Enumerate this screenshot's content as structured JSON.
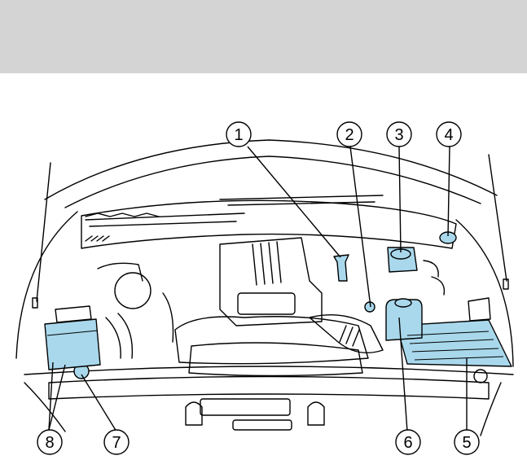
{
  "figure": {
    "callouts": [
      {
        "number": "1"
      },
      {
        "number": "2"
      },
      {
        "number": "3"
      },
      {
        "number": "4"
      },
      {
        "number": "5"
      },
      {
        "number": "6"
      },
      {
        "number": "7"
      },
      {
        "number": "8"
      }
    ],
    "colors": {
      "header_band": "#d4d4d4",
      "highlight": "#a9d8ec",
      "line": "#000000",
      "background": "#ffffff"
    }
  }
}
